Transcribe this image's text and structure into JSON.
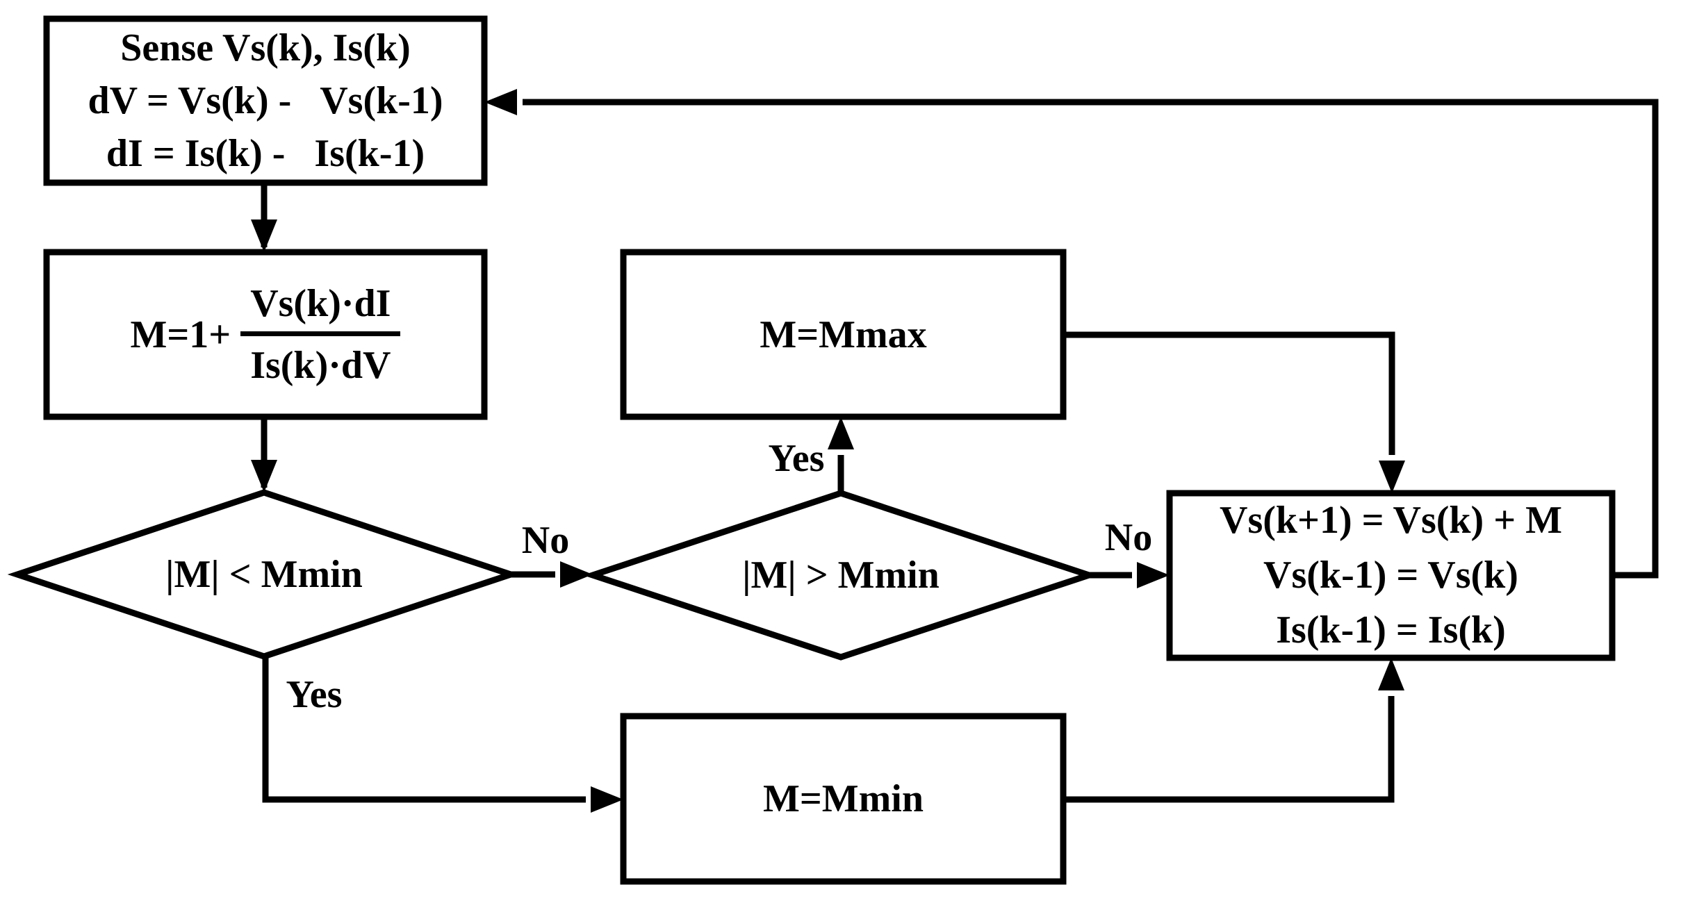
{
  "nodes": {
    "sense": {
      "lines": [
        "Sense Vs(k), Is(k)",
        "dV = Vs(k) -   Vs(k-1)",
        "dI = Is(k) -   Is(k-1)"
      ]
    },
    "slope": {
      "prefix": "M=1+",
      "numerator": "Vs(k)·dI",
      "denominator": "Is(k)·dV"
    },
    "decision_min": {
      "label": "|M| < Mmin"
    },
    "decision_max": {
      "label": "|M| > Mmin"
    },
    "mmax": {
      "label": "M=Mmax"
    },
    "mmin": {
      "label": "M=Mmin"
    },
    "update": {
      "lines": [
        "Vs(k+1) = Vs(k) + M",
        "Vs(k-1) = Vs(k)",
        "Is(k-1) = Is(k)"
      ]
    }
  },
  "edge_labels": {
    "no_left": "No",
    "yes_left": "Yes",
    "yes_mid": "Yes",
    "no_mid": "No"
  },
  "colors": {
    "stroke": "#000000",
    "background": "#ffffff"
  }
}
